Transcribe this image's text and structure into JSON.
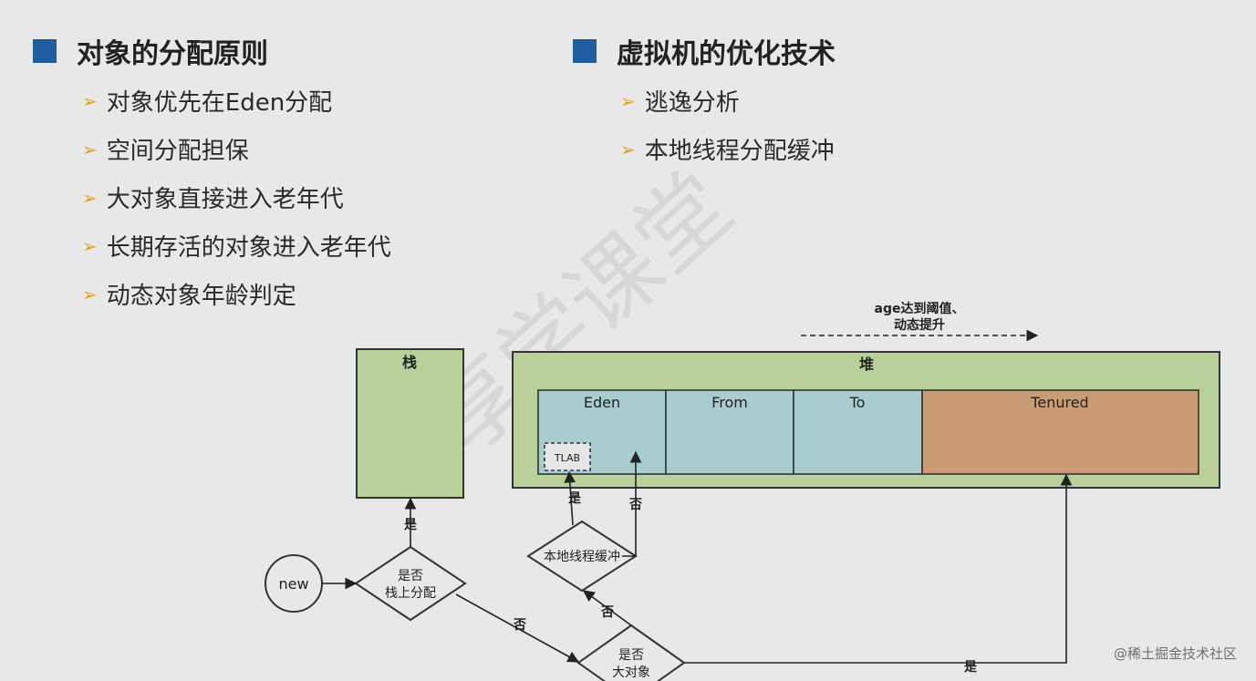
{
  "left_section": {
    "title": "对象的分配原则",
    "items": [
      "对象优先在Eden分配",
      "空间分配担保",
      "大对象直接进入老年代",
      "长期存活的对象进入老年代",
      "动态对象年龄判定"
    ]
  },
  "right_section": {
    "title": "虚拟机的优化技术",
    "items": [
      "逃逸分析",
      "本地线程分配缓冲"
    ]
  },
  "diagram": {
    "stack_label": "栈",
    "heap_label": "堆",
    "regions": {
      "eden": "Eden",
      "from": "From",
      "to": "To",
      "tenured": "Tenured"
    },
    "tlab": "TLAB",
    "promotion_note_line1": "age达到阈值、",
    "promotion_note_line2": "动态提升",
    "new_node": "new",
    "decision_stack_line1": "是否",
    "decision_stack_line2": "栈上分配",
    "decision_tlab": "本地线程缓冲",
    "decision_big_line1": "是否",
    "decision_big_line2": "大对象",
    "yes": "是",
    "no": "否"
  },
  "watermark": "享学课堂",
  "footer_credit": "@稀土掘金技术社区",
  "colors": {
    "accent_square": "#1f5fa0",
    "bullet_arrow": "#e0a21a",
    "green_box": "#b9d09a",
    "cyan_region": "#a7cdce",
    "tenured_region": "#c99c73"
  }
}
